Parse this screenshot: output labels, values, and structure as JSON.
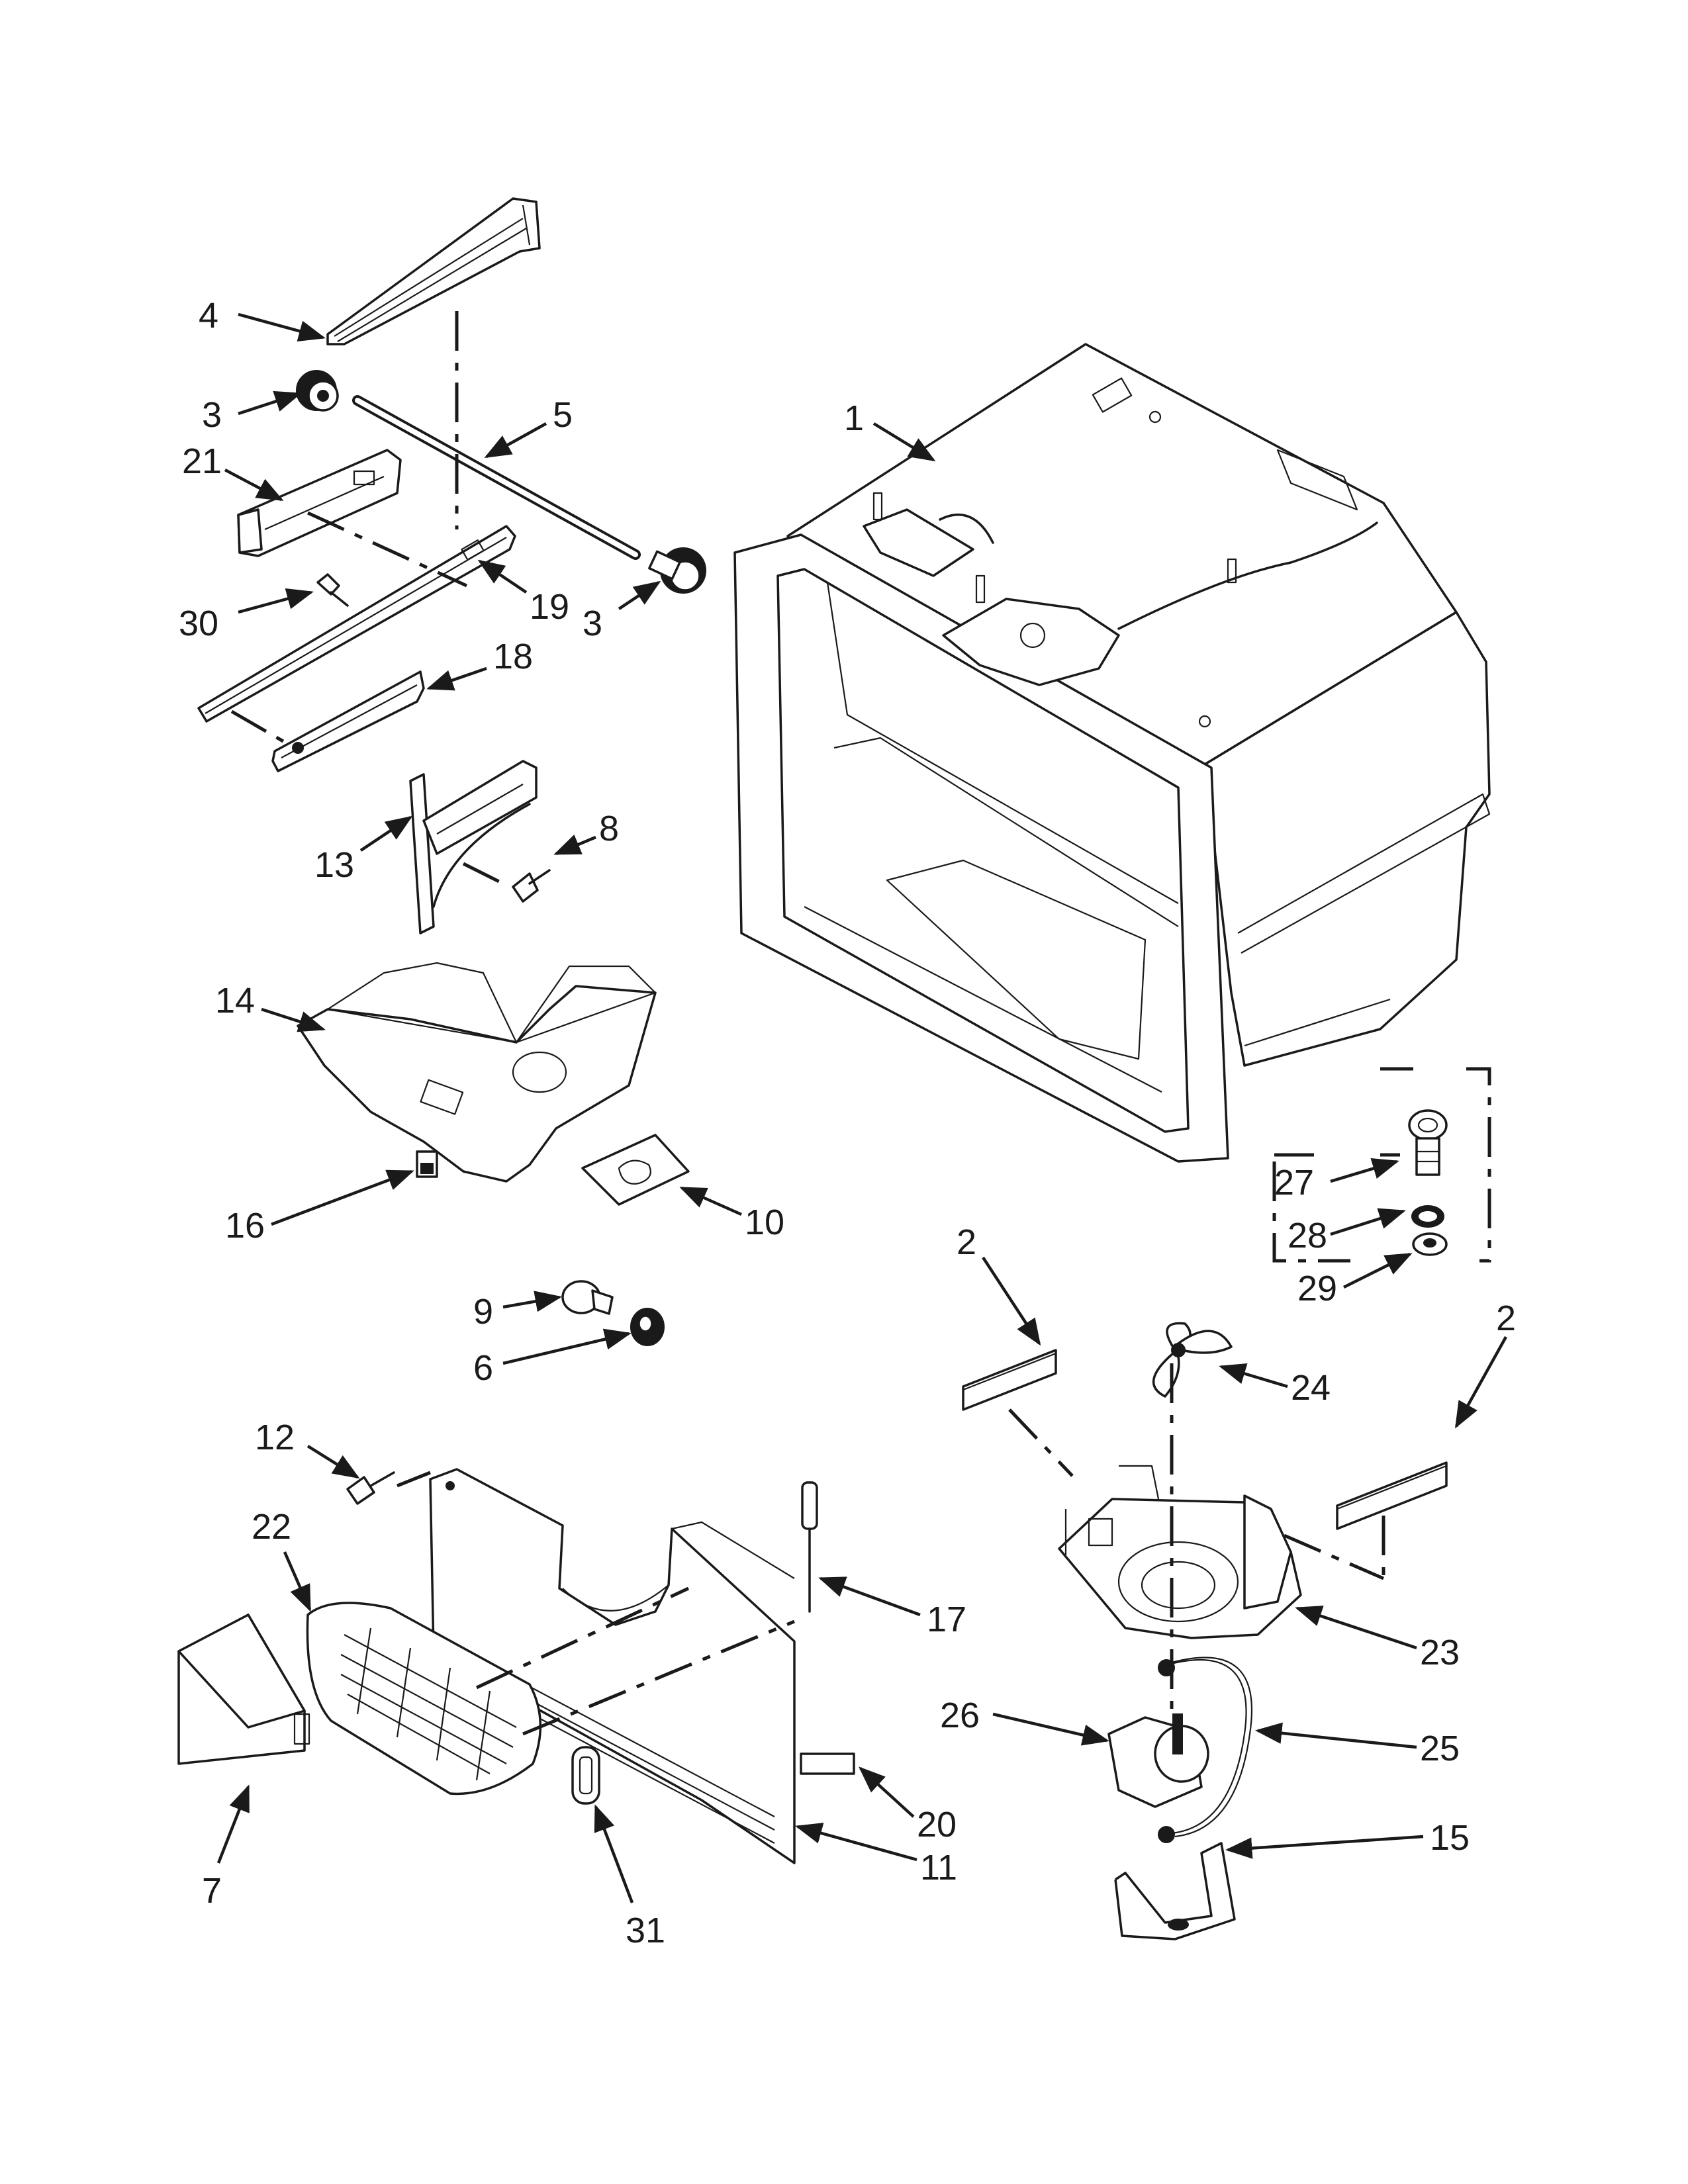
{
  "diagram": {
    "callouts": [
      {
        "id": "c4",
        "label": "4"
      },
      {
        "id": "c3a",
        "label": "3"
      },
      {
        "id": "c5",
        "label": "5"
      },
      {
        "id": "c21",
        "label": "21"
      },
      {
        "id": "c1",
        "label": "1"
      },
      {
        "id": "c30",
        "label": "30"
      },
      {
        "id": "c19",
        "label": "19"
      },
      {
        "id": "c3b",
        "label": "3"
      },
      {
        "id": "c18",
        "label": "18"
      },
      {
        "id": "c8",
        "label": "8"
      },
      {
        "id": "c13",
        "label": "13"
      },
      {
        "id": "c14",
        "label": "14"
      },
      {
        "id": "c27",
        "label": "27"
      },
      {
        "id": "c28",
        "label": "28"
      },
      {
        "id": "c29",
        "label": "29"
      },
      {
        "id": "c16",
        "label": "16"
      },
      {
        "id": "c10",
        "label": "10"
      },
      {
        "id": "c2a",
        "label": "2"
      },
      {
        "id": "c2b",
        "label": "2"
      },
      {
        "id": "c9",
        "label": "9"
      },
      {
        "id": "c6",
        "label": "6"
      },
      {
        "id": "c24",
        "label": "24"
      },
      {
        "id": "c12",
        "label": "12"
      },
      {
        "id": "c22",
        "label": "22"
      },
      {
        "id": "c17",
        "label": "17"
      },
      {
        "id": "c23",
        "label": "23"
      },
      {
        "id": "c26",
        "label": "26"
      },
      {
        "id": "c25",
        "label": "25"
      },
      {
        "id": "c7",
        "label": "7"
      },
      {
        "id": "c20",
        "label": "20"
      },
      {
        "id": "c11",
        "label": "11"
      },
      {
        "id": "c15",
        "label": "15"
      },
      {
        "id": "c31",
        "label": "31"
      }
    ]
  }
}
